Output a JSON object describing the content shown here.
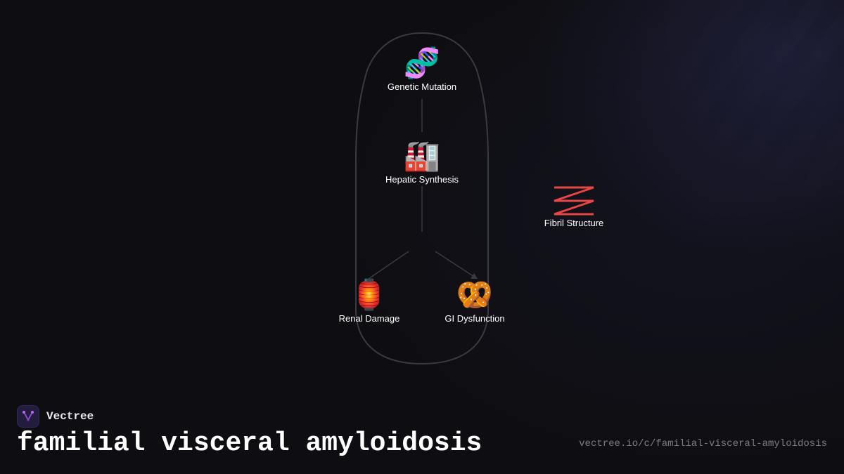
{
  "diagram": {
    "nodes": [
      {
        "id": "genetic-mutation",
        "label": "Genetic Mutation",
        "icon": "dna-icon",
        "glyph": "🧬"
      },
      {
        "id": "hepatic-synthesis",
        "label": "Hepatic Synthesis",
        "icon": "factory-icon",
        "glyph": "🏭"
      },
      {
        "id": "renal-damage",
        "label": "Renal Damage",
        "icon": "lantern-icon",
        "glyph": "🏮"
      },
      {
        "id": "gi-dysfunction",
        "label": "GI Dysfunction",
        "icon": "pretzel-icon",
        "glyph": "🥨"
      },
      {
        "id": "fibril-structure",
        "label": "Fibril Structure",
        "icon": "zigzag-icon",
        "glyph": ""
      }
    ],
    "edges": [
      {
        "from": "genetic-mutation",
        "to": "hepatic-synthesis"
      },
      {
        "from": "hepatic-synthesis",
        "to": "renal-damage"
      },
      {
        "from": "hepatic-synthesis",
        "to": "gi-dysfunction"
      }
    ],
    "colors": {
      "edge": "#3a3a42",
      "outline": "#3a3a40",
      "zigzag": "#e84545",
      "label": "#ffffff"
    }
  },
  "brand": {
    "name": "Vectree",
    "logo_icon": "vectree-logo-icon",
    "accent": "#9b4fd8"
  },
  "footer": {
    "title": "familial visceral amyloidosis",
    "url": "vectree.io/c/familial-visceral-amyloidosis"
  }
}
